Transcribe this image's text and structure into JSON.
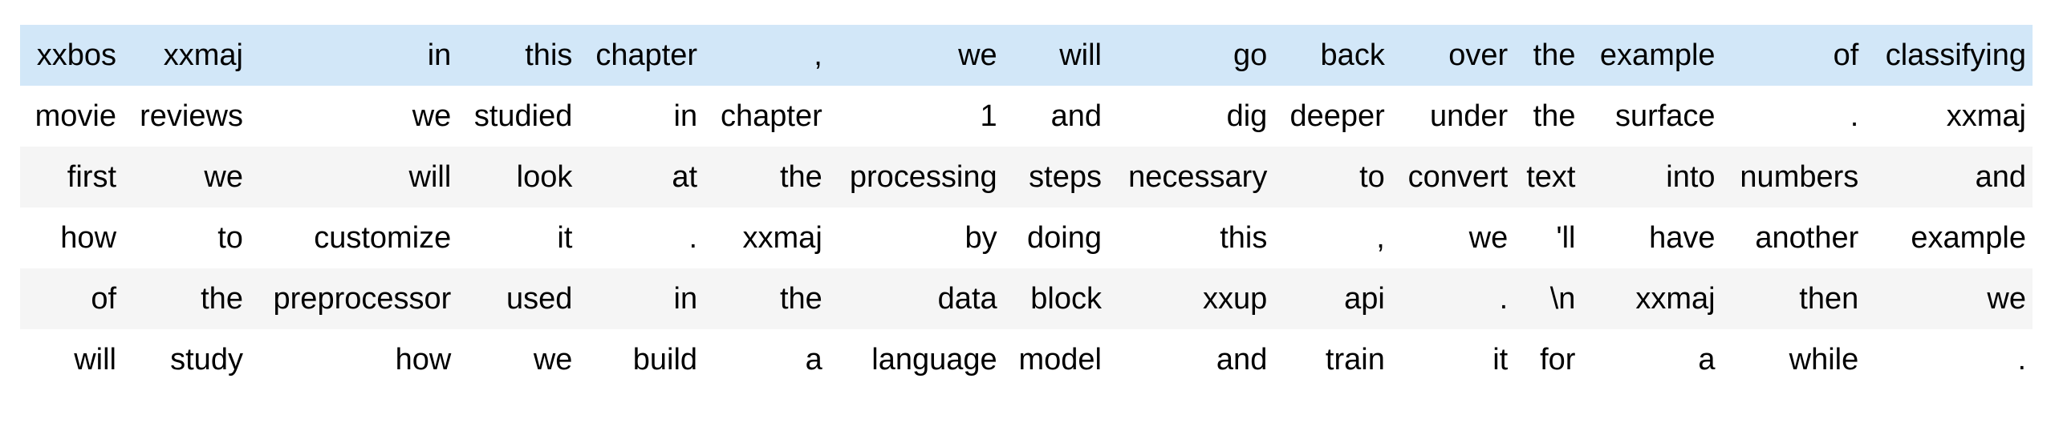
{
  "table": {
    "description_label": "tokenized-text-batch",
    "num_rows": 6,
    "num_cols": 15,
    "rows": [
      [
        "xxbos",
        "xxmaj",
        "in",
        "this",
        "chapter",
        ",",
        "we",
        "will",
        "go",
        "back",
        "over",
        "the",
        "example",
        "of",
        "classifying"
      ],
      [
        "movie",
        "reviews",
        "we",
        "studied",
        "in",
        "chapter",
        "1",
        "and",
        "dig",
        "deeper",
        "under",
        "the",
        "surface",
        ".",
        "xxmaj"
      ],
      [
        "first",
        "we",
        "will",
        "look",
        "at",
        "the",
        "processing",
        "steps",
        "necessary",
        "to",
        "convert",
        "text",
        "into",
        "numbers",
        "and"
      ],
      [
        "how",
        "to",
        "customize",
        "it",
        ".",
        "xxmaj",
        "by",
        "doing",
        "this",
        ",",
        "we",
        "'ll",
        "have",
        "another",
        "example"
      ],
      [
        "of",
        "the",
        "preprocessor",
        "used",
        "in",
        "the",
        "data",
        "block",
        "xxup",
        "api",
        ".",
        "\\n",
        "xxmaj",
        "then",
        "we"
      ],
      [
        "will",
        "study",
        "how",
        "we",
        "build",
        "a",
        "language",
        "model",
        "and",
        "train",
        "it",
        "for",
        "a",
        "while",
        "."
      ]
    ]
  },
  "colors": {
    "highlight_row": "#d2e7f8",
    "stripe_row": "#f5f5f5",
    "text": "#000000",
    "background": "#ffffff"
  }
}
